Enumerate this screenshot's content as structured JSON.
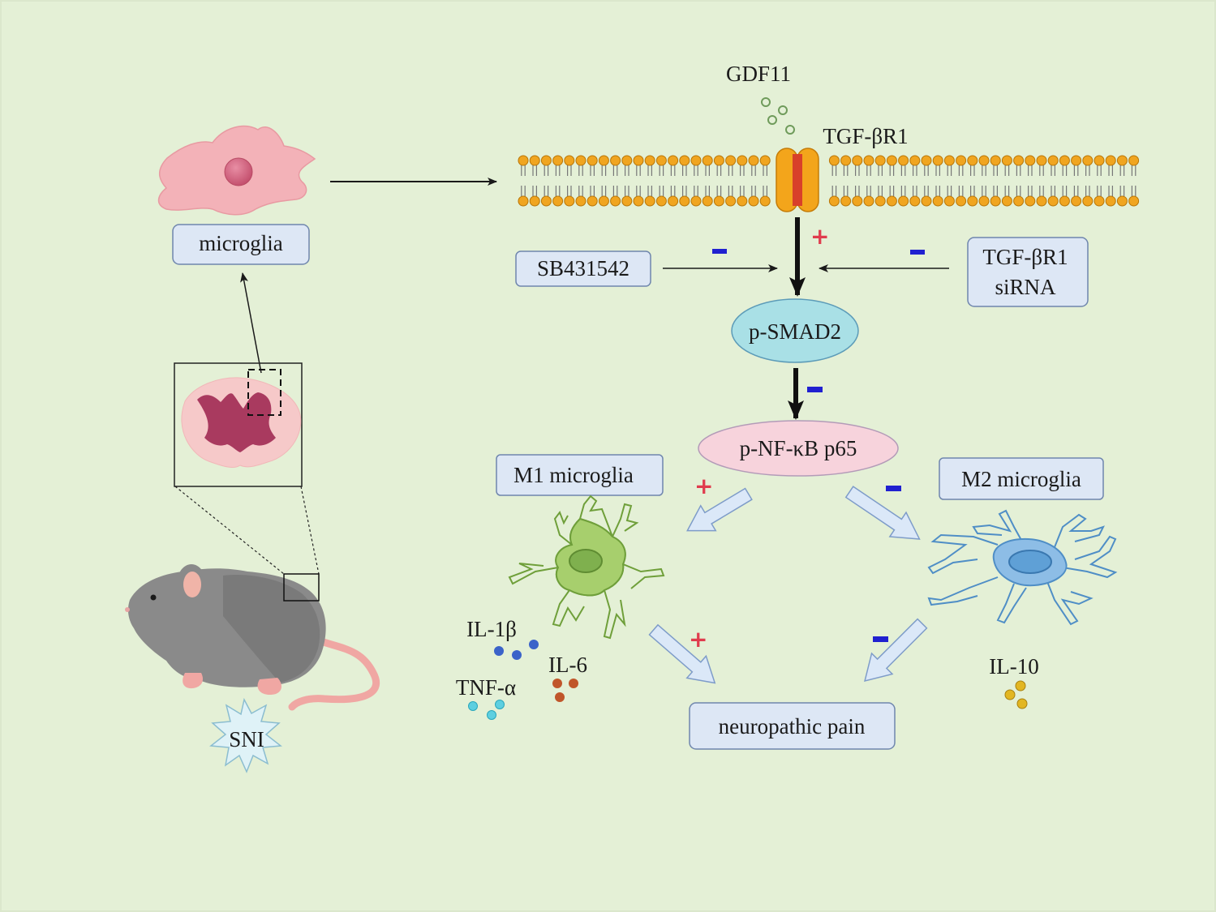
{
  "colors": {
    "background": "#e4f0d6",
    "box_fill": "#dde7f5",
    "box_stroke": "#6f86ad",
    "plus": "#e03c4e",
    "minus": "#2020d0",
    "ellipse_smad": "#a9e0e6",
    "ellipse_nfkb": "#f7d3dc",
    "lipid_head": "#f0a520",
    "receptor": "#f3a51b",
    "m1_cell": "#a7cf6d",
    "m2_cell": "#8dbde6",
    "il1b_dot": "#3b63c9",
    "tnf_dot": "#5ecfe0",
    "il6_dot": "#c0562a",
    "il10_dot": "#e2b622",
    "gdf11_dot": "#6f9b5b"
  },
  "labels": {
    "microglia": "microglia",
    "gdf11": "GDF11",
    "receptor": "TGF-βR1",
    "inhibitor": "SB431542",
    "sirna_line1": "TGF-βR1",
    "sirna_line2": "siRNA",
    "psmad2": "p-SMAD2",
    "pnfkb": "p-NF-κB p65",
    "m1": "M1 microglia",
    "m2": "M2 microglia",
    "il1b": "IL-1β",
    "il6": "IL-6",
    "tnfa": "TNF-α",
    "il10": "IL-10",
    "pain": "neuropathic pain",
    "sni": "SNI"
  },
  "signs": {
    "plus": "+",
    "minus": "−"
  },
  "icons": [
    "microglia-cell-icon",
    "spinal-cord-icon",
    "rat-icon",
    "cell-membrane-icon",
    "tgf-beta-receptor-icon",
    "m1-microglia-icon",
    "m2-microglia-icon",
    "cytokine-dots-icon",
    "sni-burst-icon"
  ]
}
